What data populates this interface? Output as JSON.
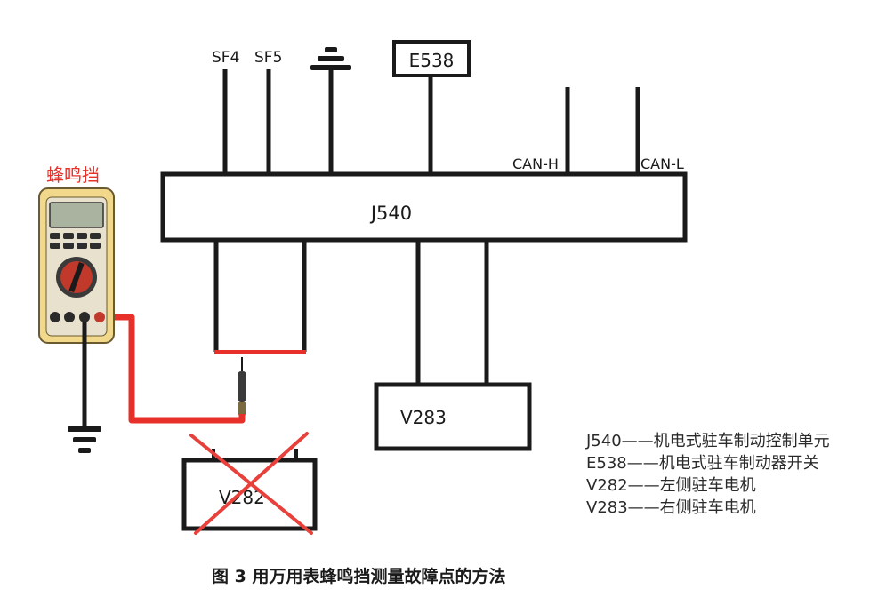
{
  "connectors": {
    "sf4": "SF4",
    "sf5": "SF5",
    "can_h": "CAN-H",
    "can_l": "CAN-L"
  },
  "modules": {
    "e538": "E538",
    "j540": "J540",
    "v283": "V283",
    "v282": "V282"
  },
  "meter": {
    "mode_label": "蜂鸣挡"
  },
  "legend": [
    "J540——机电式驻车制动控制单元",
    "E538——机电式驻车制动器开关",
    "V282——左侧驻车电机",
    "V283——右侧驻车电机"
  ],
  "caption": "图 3  用万用表蜂鸣挡测量故障点的方法",
  "colors": {
    "line": "#1a1a1a",
    "probe": "#e8302a",
    "cross": "#e8403a",
    "meter_body": "#f2d88a",
    "meter_label": "#e8302a"
  }
}
